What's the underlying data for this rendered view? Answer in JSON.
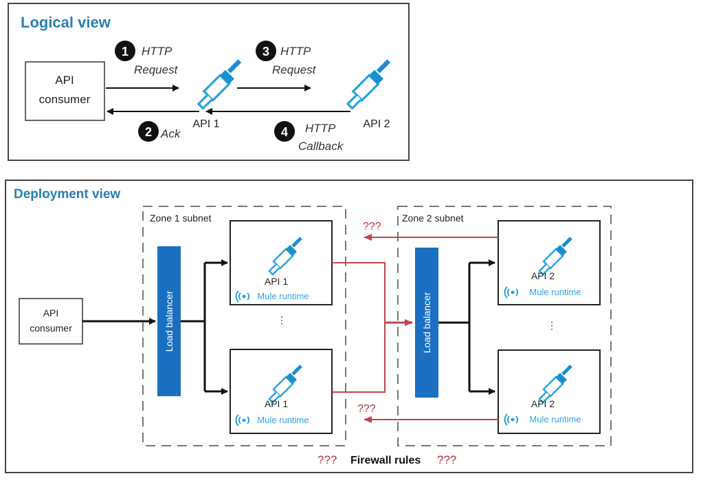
{
  "logical_view": {
    "title": "Logical view",
    "consumer": {
      "line1": "API",
      "line2": "consumer"
    },
    "api1_label": "API 1",
    "api2_label": "API  2",
    "steps": [
      {
        "num": "1",
        "line1": "HTTP",
        "line2": "Request"
      },
      {
        "num": "2",
        "line1": "Ack",
        "line2": ""
      },
      {
        "num": "3",
        "line1": "HTTP",
        "line2": "Request"
      },
      {
        "num": "4",
        "line1": "HTTP",
        "line2": "Callback"
      }
    ]
  },
  "deployment_view": {
    "title": "Deployment view",
    "consumer": {
      "line1": "API",
      "line2": "consumer"
    },
    "zone1": {
      "label": "Zone 1 subnet",
      "load_balancer": "Load balancer",
      "instances": [
        {
          "api": "API 1",
          "runtime": "Mule runtime"
        },
        {
          "api": "API 1",
          "runtime": "Mule runtime"
        }
      ]
    },
    "zone2": {
      "label": "Zone 2 subnet",
      "load_balancer": "Load balancer",
      "instances": [
        {
          "api": "API 2",
          "runtime": "Mule runtime"
        },
        {
          "api": "API 2",
          "runtime": "Mule runtime"
        }
      ]
    },
    "question_marks": "???",
    "firewall": {
      "prefix": "???",
      "label": "Firewall rules",
      "suffix": "???"
    }
  },
  "colors": {
    "accent": "#2a7fb0",
    "lb": "#1a6fc0",
    "mule": "#2aa3d8",
    "warning": "#b0333a"
  }
}
